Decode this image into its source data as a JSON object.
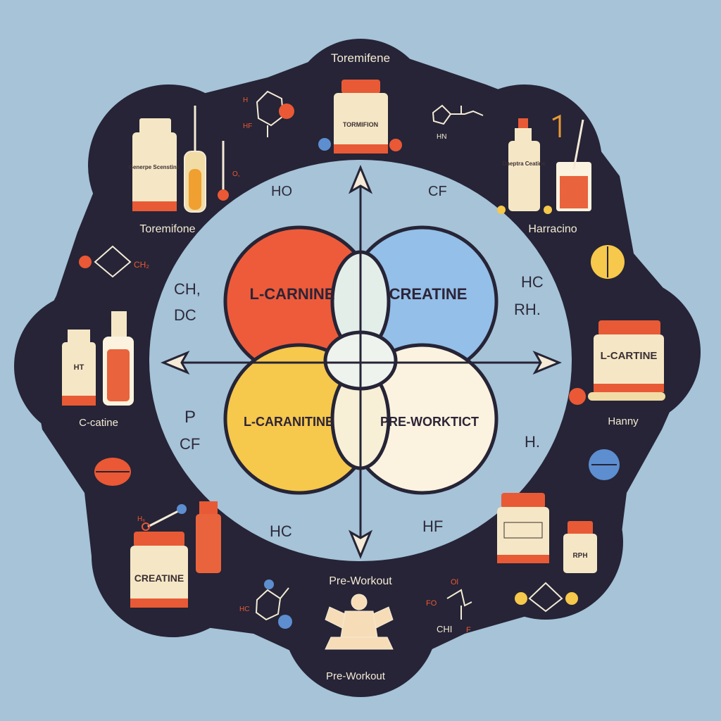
{
  "colors": {
    "background": "#a6c3d8",
    "ring": "#262436",
    "red": "#ee5b3a",
    "blue": "#93bfe8",
    "yellow": "#f6c84b",
    "cream": "#fbf3df",
    "intersection": "#e4eee9"
  },
  "venn": {
    "top_left": "L-CARNINE",
    "top_right": "CREATINE",
    "bottom_left": "L-CARANITINE",
    "bottom_right": "PRE-WORKTICT"
  },
  "ring_labels": {
    "top": "Toremifene",
    "top_left": "Toremifone",
    "top_right": "Harracino",
    "right": "Hanny",
    "left": "C-catine",
    "bottom": "Pre-Workout",
    "bottom_top": "Pre-Workout"
  },
  "jar_labels": {
    "top": "TORMIFION",
    "right": "L-CARTINE",
    "bottom_left": "CREATINE",
    "left_bottle": "HT",
    "top_left_bottle": "Generpe Scenstine",
    "top_right_bottle": "Dneptra Ceatine",
    "bottom_right_small": "RPH"
  },
  "chem_labels": {
    "ho_top": "HO",
    "cf_top": "CF",
    "ch_left": "CH,",
    "dc_left": "DC",
    "hc_right": "HC",
    "rh_right": "RH.",
    "p_left": "P",
    "cf_left": "CF",
    "h_right": "H.",
    "hc_bottom": "HC",
    "hf_bottom": "HF",
    "ch2_ring": "CH₂",
    "hn_ring": "HN",
    "hc_ring": "HC",
    "h_ring": "H",
    "ho_ring": "HF",
    "o_ring": "O,",
    "ol_ring": "Ol",
    "fo_ring": "FO",
    "chi_ring": "CHI",
    "f_ring": "F",
    "hs_ring": "H₆"
  }
}
